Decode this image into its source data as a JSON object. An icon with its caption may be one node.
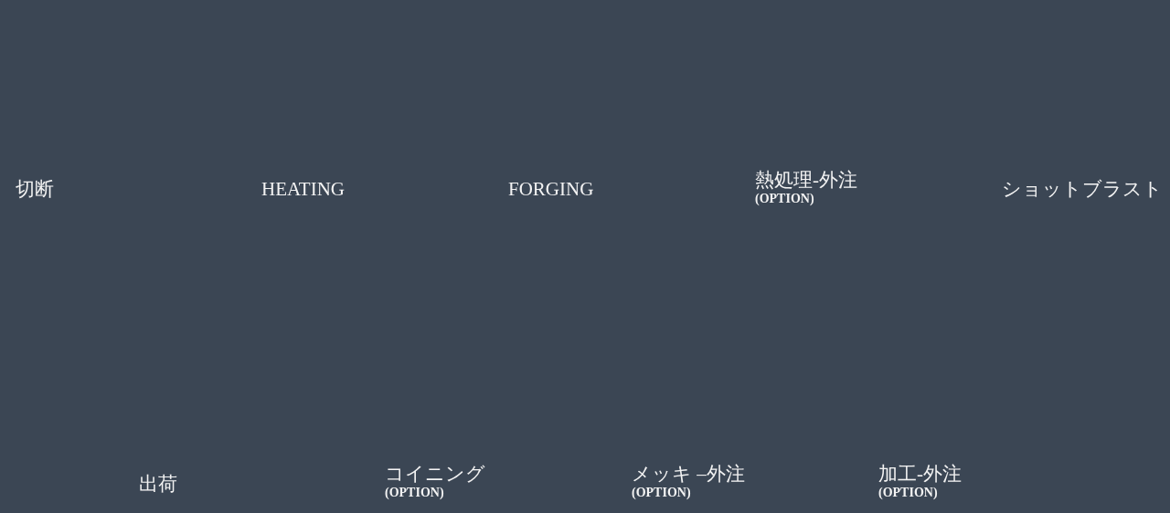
{
  "diagram": {
    "labels": [
      "切断",
      "HEATING",
      "FORGING",
      "熱処理-外注",
      "(OPTION)",
      "ショットブラスト",
      "出荷",
      "コイニング",
      "(OPTION)",
      "メッキ –外注",
      "(OPTION)",
      "加工-外注",
      "(OPTION)"
    ]
  }
}
